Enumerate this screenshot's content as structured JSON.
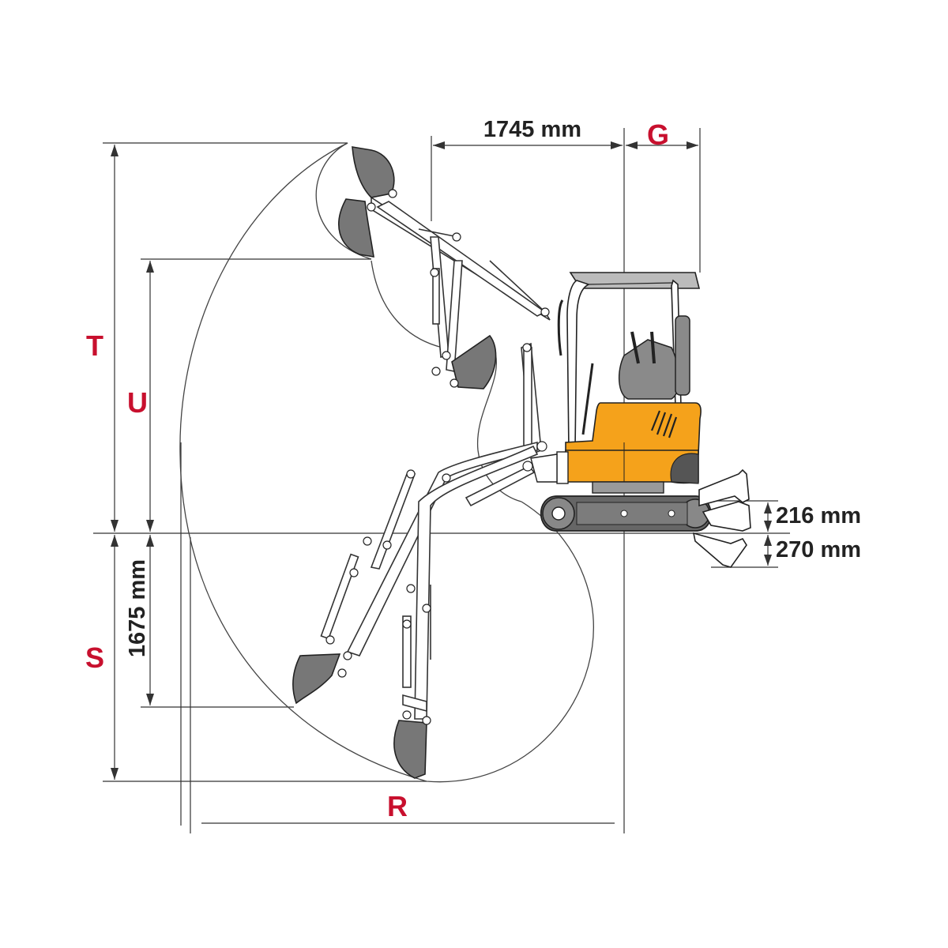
{
  "dimensions": {
    "top_width": "1745 mm",
    "side_depth": "1675 mm",
    "blade_up": "216 mm",
    "blade_down": "270 mm"
  },
  "letters": {
    "t": "T",
    "u": "U",
    "s": "S",
    "r": "R",
    "g": "G"
  },
  "colors": {
    "accent_red": "#c8102e",
    "body_orange": "#f5a21b",
    "track_gray": "#666666",
    "bucket_gray": "#777777"
  },
  "icons": [
    "mini-excavator-icon",
    "bucket-icon",
    "dozer-blade-icon"
  ]
}
